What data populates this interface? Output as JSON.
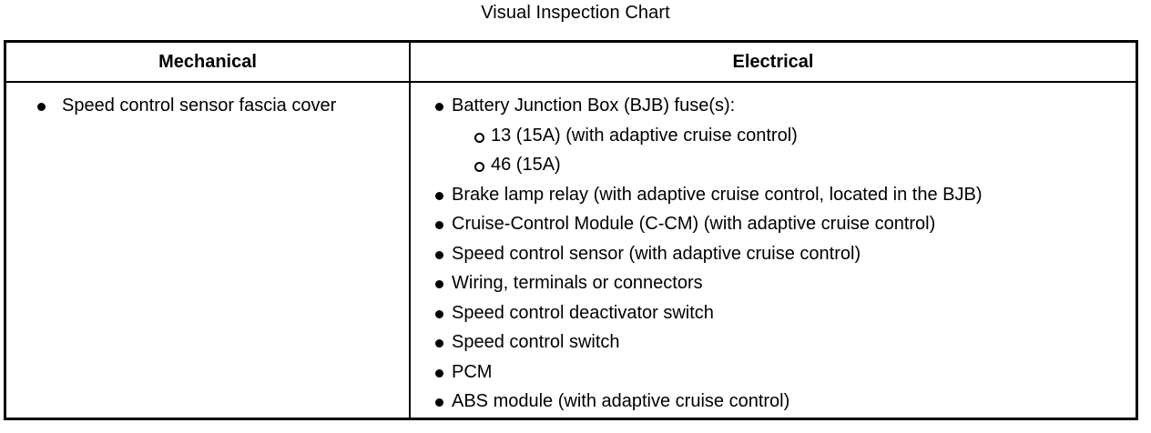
{
  "title": "Visual Inspection Chart",
  "table": {
    "columns": [
      {
        "key": "mechanical",
        "header": "Mechanical"
      },
      {
        "key": "electrical",
        "header": "Electrical"
      }
    ],
    "mechanical": {
      "items": [
        {
          "level": 1,
          "text": "Speed control sensor fascia cover",
          "marker": "filled-disc"
        }
      ]
    },
    "electrical": {
      "items": [
        {
          "level": 1,
          "text": "Battery Junction Box (BJB) fuse(s):",
          "marker": "filled-disc"
        },
        {
          "level": 2,
          "text": "13 (15A) (with adaptive cruise control)",
          "marker": "hollow-circle"
        },
        {
          "level": 2,
          "text": "46 (15A)",
          "marker": "hollow-circle"
        },
        {
          "level": 1,
          "text": "Brake lamp relay (with adaptive cruise control, located in the BJB)",
          "marker": "filled-disc"
        },
        {
          "level": 1,
          "text": "Cruise-Control Module (C-CM) (with adaptive cruise control)",
          "marker": "filled-disc"
        },
        {
          "level": 1,
          "text": "Speed control sensor (with adaptive cruise control)",
          "marker": "filled-disc"
        },
        {
          "level": 1,
          "text": "Wiring, terminals or connectors",
          "marker": "filled-disc"
        },
        {
          "level": 1,
          "text": "Speed control deactivator switch",
          "marker": "filled-disc"
        },
        {
          "level": 1,
          "text": "Speed control switch",
          "marker": "filled-disc"
        },
        {
          "level": 1,
          "text": "PCM",
          "marker": "filled-disc"
        },
        {
          "level": 1,
          "text": "ABS module (with adaptive cruise control)",
          "marker": "filled-disc"
        }
      ]
    }
  },
  "colors": {
    "ink": "#000000",
    "paper": "#ffffff"
  }
}
